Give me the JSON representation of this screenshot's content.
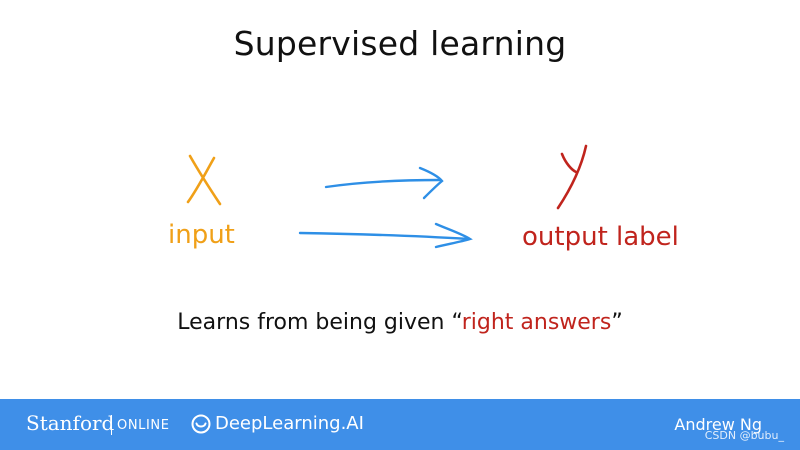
{
  "slide": {
    "title": "Supervised learning",
    "input_label": "input",
    "output_label": "output label",
    "tagline_prefix": "Learns from being given ",
    "tagline_open_quote": "“",
    "tagline_highlight": "right answers",
    "tagline_close_quote": "”"
  },
  "footer": {
    "stanford": "Stanford",
    "online": "ONLINE",
    "deeplearning": "DeepLearning.AI",
    "author": "Andrew Ng",
    "watermark": "CSDN @bubu_"
  },
  "colors": {
    "input": "#f0a018",
    "output": "#c0241d",
    "arrow": "#2e8fe6",
    "footer": "#3f8fe8"
  },
  "icons": [
    "handwritten-x-icon",
    "handwritten-y-icon",
    "arrow-right-icon",
    "deeplearning-logo-icon"
  ]
}
